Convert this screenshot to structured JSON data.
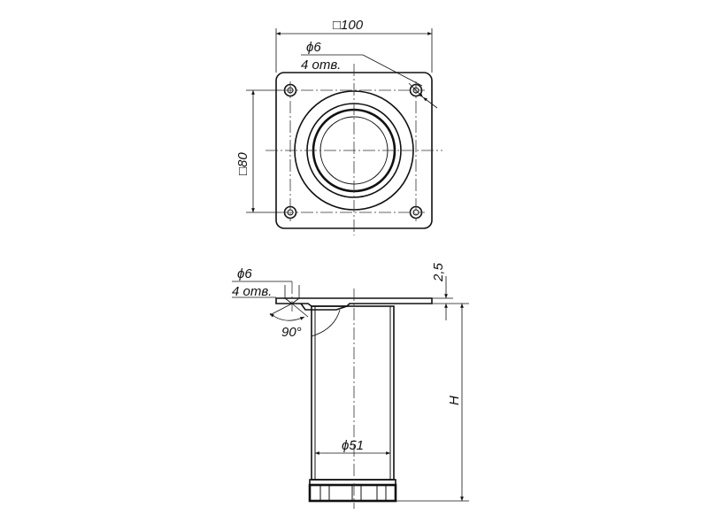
{
  "top_view": {
    "plate_width": "□100",
    "plate_height": "□80",
    "hole_diameter": "ϕ6",
    "hole_count": "4 отв."
  },
  "side_view": {
    "hole_diameter": "ϕ6",
    "hole_count": "4 отв.",
    "countersink_angle": "90°",
    "plate_thickness": "2,5",
    "height": "H",
    "tube_diameter": "ϕ51"
  }
}
